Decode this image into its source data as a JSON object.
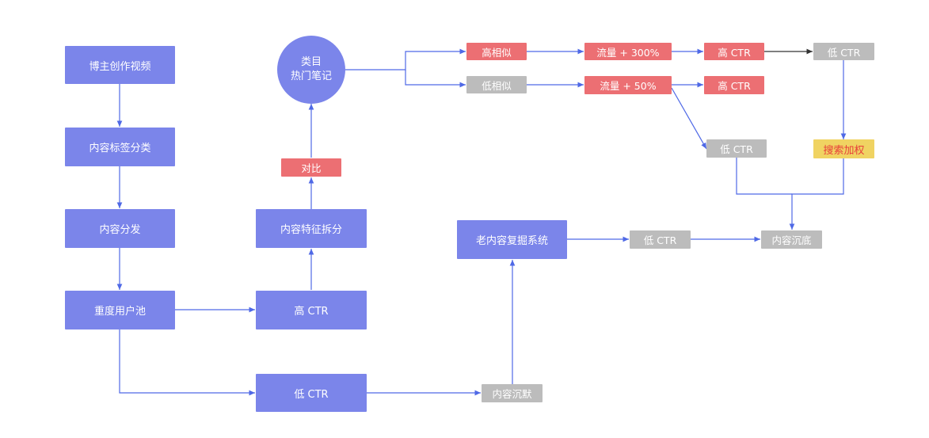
{
  "colors": {
    "primary": "#7b85ea",
    "highlight": "#ec6f73",
    "muted": "#bcbcbc",
    "search_boost": "#f0d362",
    "search_boost_text": "#e8403a",
    "arrow": "#4f69e6",
    "arrow_dark": "#333333"
  },
  "nodes": {
    "creator_video": "博主创作视频",
    "content_tag": "内容标签分类",
    "content_dist": "内容分发",
    "heavy_pool": "重度用户池",
    "high_ctr_main": "高 CTR",
    "low_ctr_main": "低 CTR",
    "feature_split": "内容特征拆分",
    "compare": "对比",
    "category_line1": "类目",
    "category_line2": "热门笔记",
    "high_similar": "高相似",
    "low_similar": "低相似",
    "traffic_300": "流量 + 300%",
    "traffic_50": "流量 + 50%",
    "high_ctr_top": "高 CTR",
    "high_ctr_mid": "高 CTR",
    "low_ctr_top_right": "低 CTR",
    "low_ctr_mid": "低 CTR",
    "search_boost": "搜索加权",
    "old_content_mining": "老内容复掘系统",
    "low_ctr_old": "低 CTR",
    "content_sink": "内容沉底",
    "content_silent": "内容沉默"
  }
}
